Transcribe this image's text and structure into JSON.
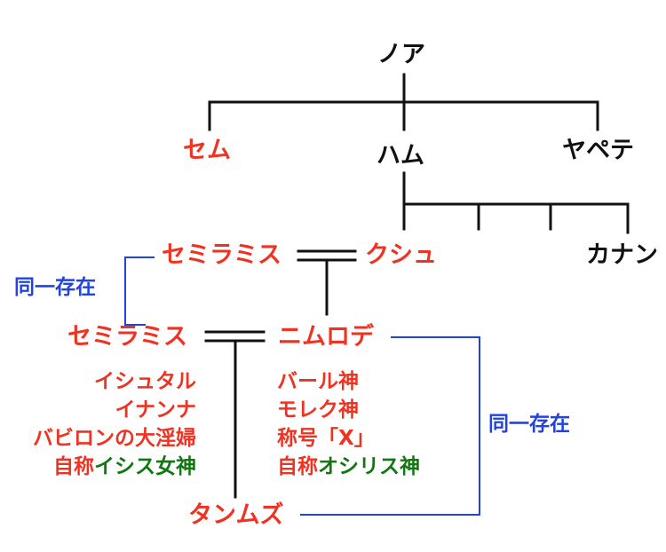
{
  "colors": {
    "red": "#ee3322",
    "black": "#111111",
    "blue": "#2244dd",
    "green": "#117711"
  },
  "nodes": {
    "noah": "ノア",
    "shem": "セム",
    "ham": "ハム",
    "japheth": "ヤペテ",
    "semiramis_top": "セミラミス",
    "cush": "クシュ",
    "canaan": "カナン",
    "semiramis_bottom": "セミラミス",
    "nimrod": "ニムロデ",
    "tammuz": "タンムズ"
  },
  "same_entity_labels": {
    "left": "同一存在",
    "right": "同一存在"
  },
  "semiramis_aliases": [
    {
      "red": "イシュタル",
      "green": ""
    },
    {
      "red": "イナンナ",
      "green": ""
    },
    {
      "red": "バビロンの大淫婦",
      "green": ""
    },
    {
      "red": "自称",
      "green": "イシス女神"
    }
  ],
  "nimrod_aliases": [
    {
      "red": "バール神",
      "green": ""
    },
    {
      "red": "モレク神",
      "green": ""
    },
    {
      "red": "称号「X」",
      "green": ""
    },
    {
      "red": "自称",
      "green": "オシリス神"
    }
  ]
}
